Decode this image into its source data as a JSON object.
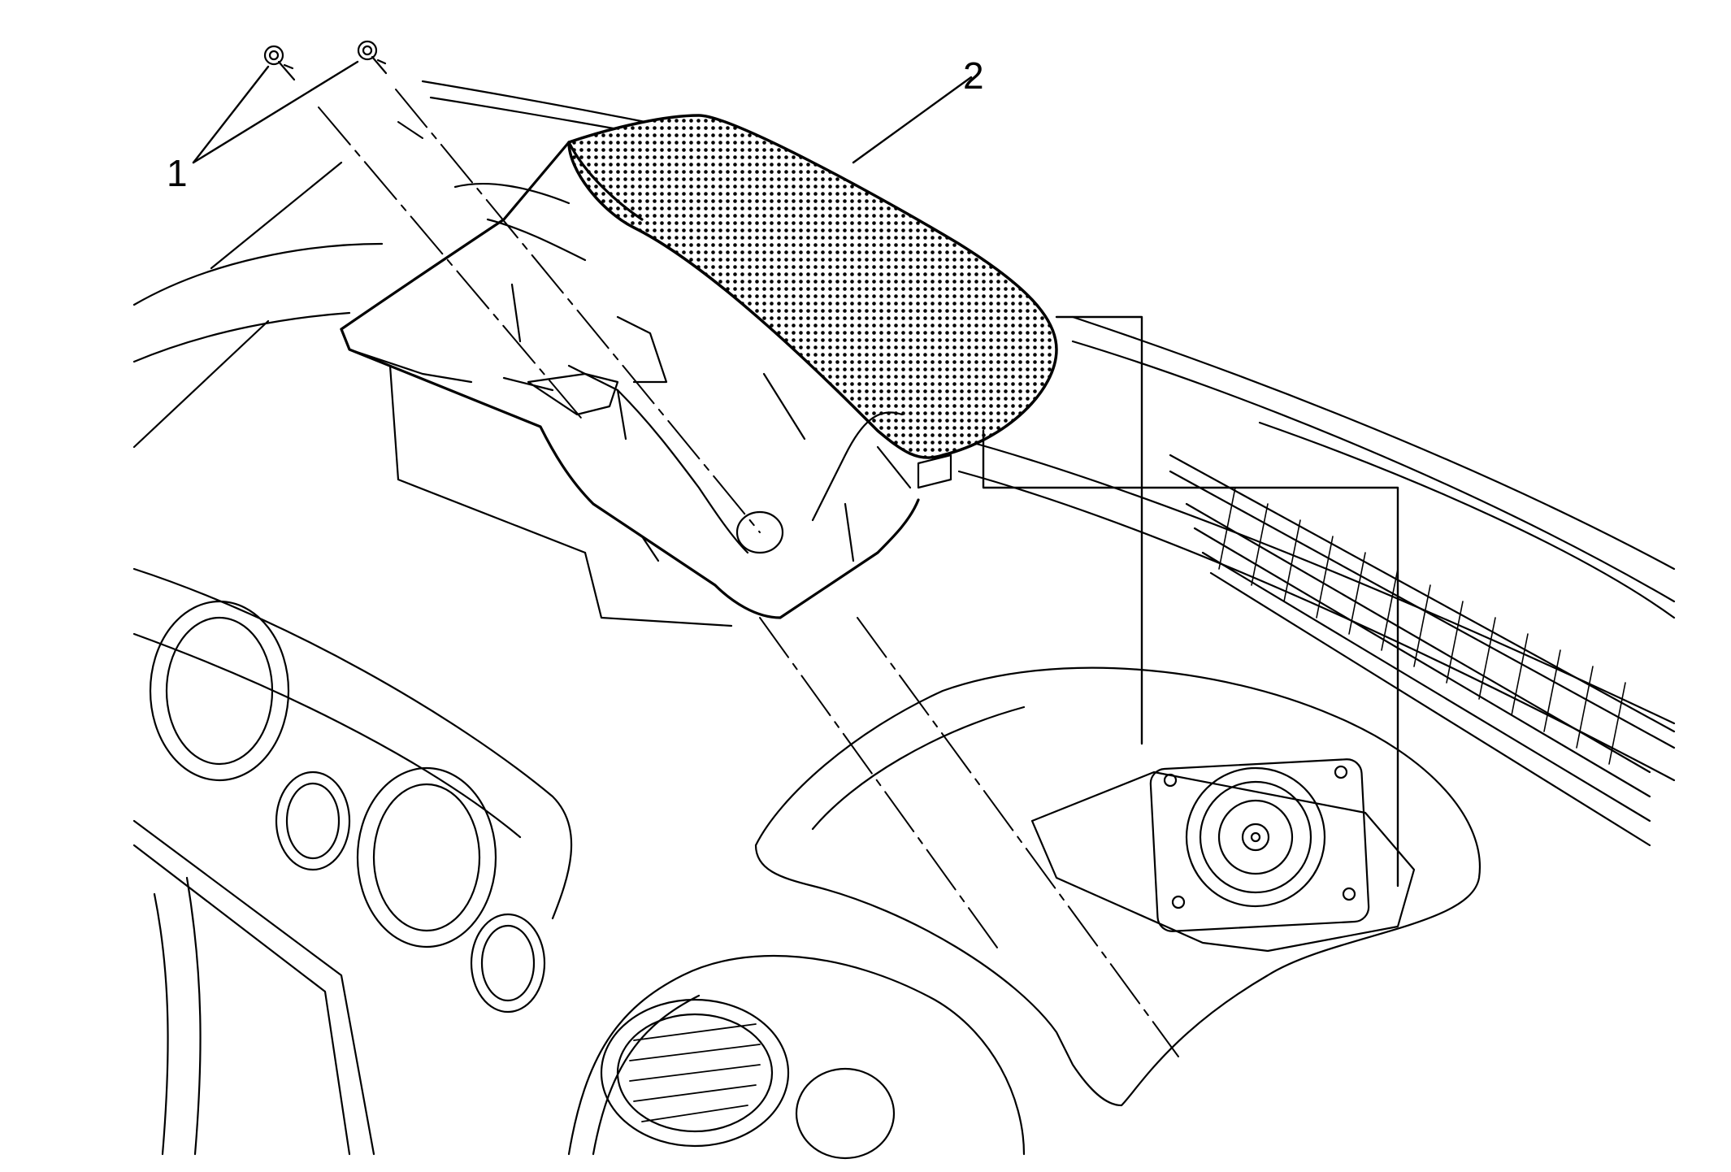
{
  "diagram": {
    "callouts": [
      {
        "id": "1",
        "label": "1",
        "part": "fasteners"
      },
      {
        "id": "2",
        "label": "2",
        "part": "speaker-grille-panel"
      }
    ],
    "colors": {
      "line": "#000000",
      "background": "#ffffff",
      "grille_dots": "#000000"
    }
  }
}
